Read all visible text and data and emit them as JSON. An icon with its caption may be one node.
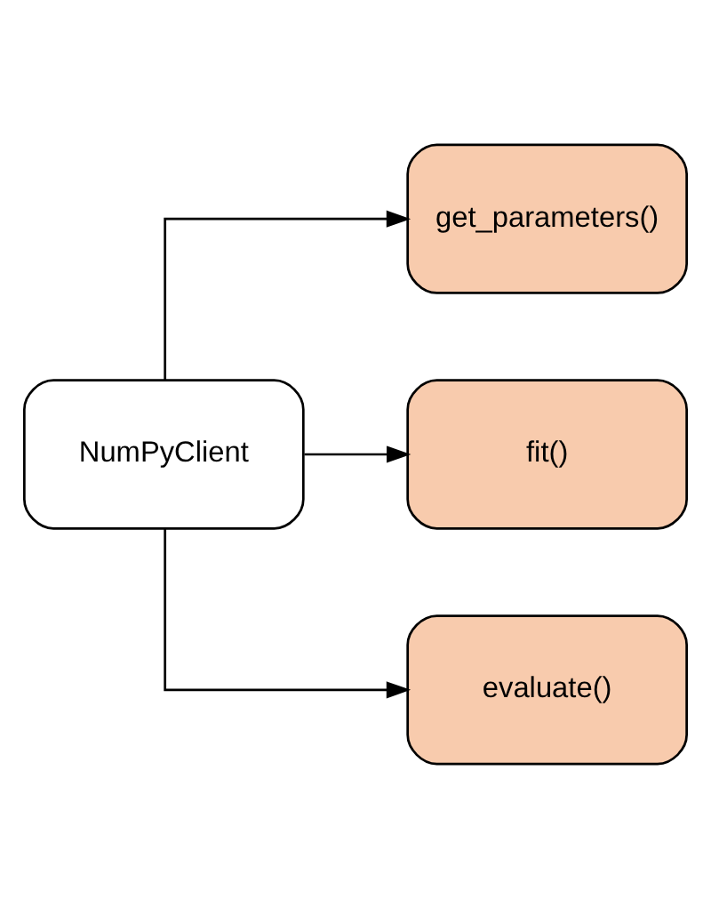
{
  "diagram": {
    "nodes": [
      {
        "text": [
          "NumPyClient"
        ]
      },
      {
        "text": [
          "get_parameters()"
        ]
      },
      {
        "text": [
          "fit()"
        ]
      },
      {
        "text": [
          "evaluate()"
        ]
      }
    ],
    "edges": [
      {
        "from": 0,
        "to": 1,
        "arrow": "to"
      },
      {
        "from": 0,
        "to": 2,
        "arrow": "to"
      },
      {
        "from": 0,
        "to": 3,
        "arrow": "to"
      }
    ]
  }
}
